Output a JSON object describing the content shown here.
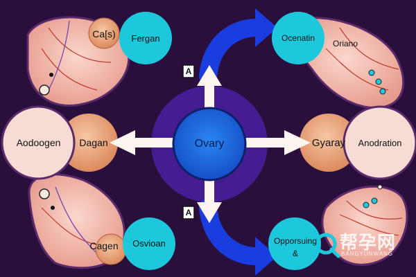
{
  "center": {
    "label": "Ovary",
    "fill": "#1e6fe0",
    "halo": "#4a1fa0"
  },
  "left_circle": {
    "label": "Aodoogen"
  },
  "left_inner": {
    "label": "Dagan"
  },
  "right_circle": {
    "label": "Anodration"
  },
  "right_inner": {
    "label": "Gyaray"
  },
  "top_left": {
    "organ_label": "Ca[s)",
    "bubble_label": "Fergan"
  },
  "bottom_left": {
    "organ_label": "Cagen",
    "bubble_label": "Osvioan"
  },
  "top_right": {
    "bubble_label": "Ocenatin",
    "organ_label": "Oriano"
  },
  "bottom_right": {
    "bubble_label_line1": "Opporsuing",
    "bubble_label_line2": "&"
  },
  "markers": {
    "top": "A",
    "bottom": "A"
  },
  "watermark": {
    "cn": "帮孕网",
    "en": "BANGYUNWANG"
  },
  "colors": {
    "background": "#2a0f3d",
    "bubble": "#1ec8dc",
    "arrow_blue": "#1a3de0",
    "organ_pink": "#f3b5a8",
    "outline": "#5a2a6a"
  }
}
